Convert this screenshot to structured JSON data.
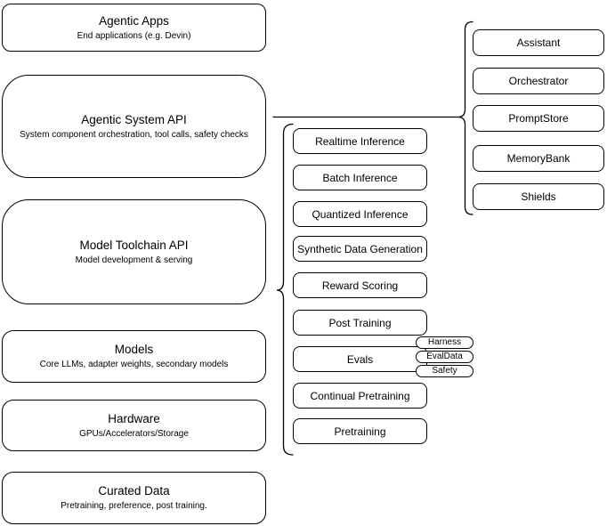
{
  "diagram": {
    "colors": {
      "background": "#ffffff",
      "stroke": "#000000",
      "text": "#000000"
    },
    "left_column": [
      {
        "title": "Agentic Apps",
        "subtitle": "End applications (e.g. Devin)"
      },
      {
        "title": "Agentic System API",
        "subtitle": "System component orchestration, tool calls, safety checks"
      },
      {
        "title": "Model Toolchain API",
        "subtitle": "Model development & serving"
      },
      {
        "title": "Models",
        "subtitle": "Core LLMs, adapter weights, secondary models"
      },
      {
        "title": "Hardware",
        "subtitle": "GPUs/Accelerators/Storage"
      },
      {
        "title": "Curated Data",
        "subtitle": "Pretraining, preference, post training."
      }
    ],
    "toolchain_items": [
      "Realtime Inference",
      "Batch Inference",
      "Quantized Inference",
      "Synthetic Data Generation",
      "Reward Scoring",
      "Post Training",
      "Evals",
      "Continual Pretraining",
      "Pretraining"
    ],
    "eval_tags": [
      "Harness",
      "EvalData",
      "Safety"
    ],
    "system_components": [
      "Assistant",
      "Orchestrator",
      "PromptStore",
      "MemoryBank",
      "Shields"
    ]
  }
}
